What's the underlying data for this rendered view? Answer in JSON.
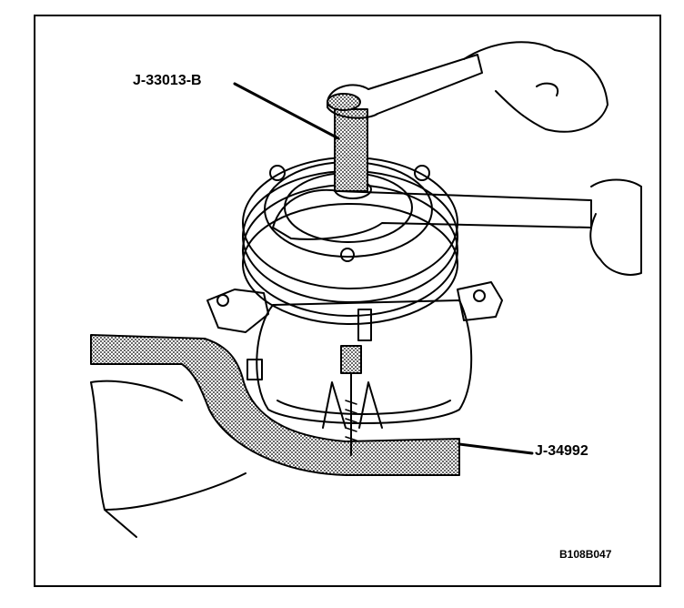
{
  "callouts": {
    "tool_top": "J-33013-B",
    "tool_bottom": "J-34992"
  },
  "figure_code": "B108B047",
  "colors": {
    "ink": "#000000",
    "paper": "#ffffff"
  }
}
